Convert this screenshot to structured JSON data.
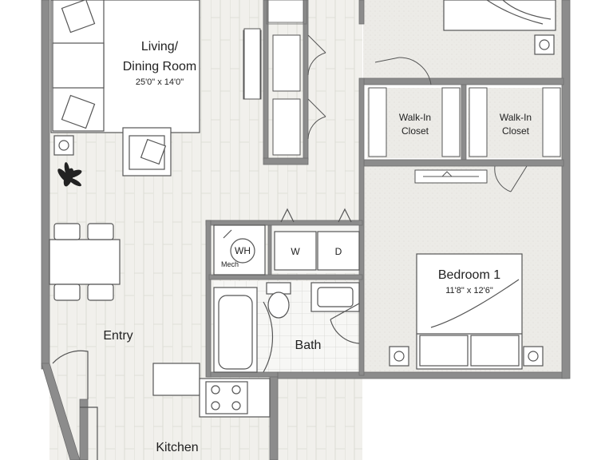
{
  "rooms": {
    "living": {
      "name_line1": "Living/",
      "name_line2": "Dining Room",
      "dims": "25'0\" x 14'0\""
    },
    "bedroom1": {
      "name": "Bedroom 1",
      "dims": "11'8\" x 12'6\""
    },
    "walkin_left": {
      "line1": "Walk-In",
      "line2": "Closet"
    },
    "walkin_right": {
      "line1": "Walk-In",
      "line2": "Closet"
    },
    "entry": {
      "name": "Entry"
    },
    "bath": {
      "name": "Bath"
    },
    "kitchen": {
      "name": "Kitchen"
    }
  },
  "fixtures": {
    "water_heater": "WH",
    "mech": "Mech",
    "washer": "W",
    "dryer": "D"
  },
  "colors": {
    "wall": "#8c8c8c",
    "wall_dark": "#6e6e6e",
    "floor_wood": "#f1f0ec",
    "floor_line": "#dddcd6",
    "carpet": "#ecebe7",
    "furniture_fill": "#ffffff",
    "furniture_stroke": "#555555"
  }
}
